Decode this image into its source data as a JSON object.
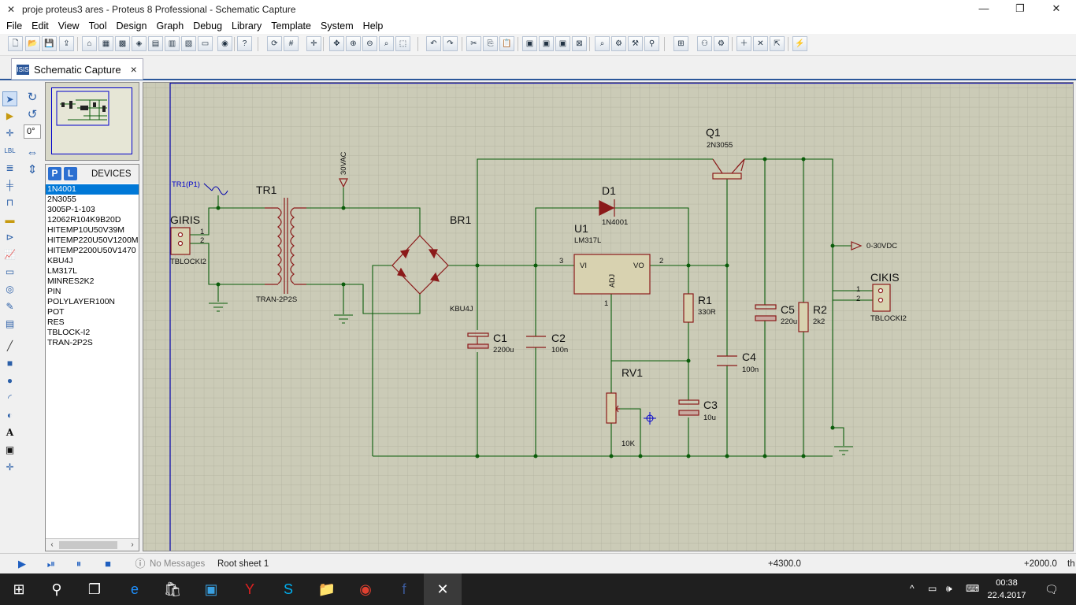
{
  "window": {
    "title": "proje proteus3 ares - Proteus 8 Professional - Schematic Capture",
    "minimize": "—",
    "restore": "❐",
    "close": "✕"
  },
  "menu": [
    "File",
    "Edit",
    "View",
    "Tool",
    "Design",
    "Graph",
    "Debug",
    "Library",
    "Template",
    "System",
    "Help"
  ],
  "tab": {
    "label": "Schematic Capture",
    "icon": "ISIS",
    "close": "×"
  },
  "rotation": {
    "value": "0°"
  },
  "devices": {
    "title": "DEVICES",
    "p_label": "P",
    "l_label": "L",
    "items": [
      "1N4001",
      "2N3055",
      "3005P-1-103",
      "12062R104K9B20D",
      "HITEMP10U50V39M",
      "HITEMP220U50V1200M",
      "HITEMP2200U50V1470",
      "KBU4J",
      "LM317L",
      "MINRES2K2",
      "PIN",
      "POLYLAYER100N",
      "POT",
      "RES",
      "TBLOCK-I2",
      "TRAN-2P2S"
    ],
    "selected_index": 0
  },
  "schematic": {
    "giris": "GIRIS",
    "giris_part": "TBLOCKI2",
    "pin1": "1",
    "pin2": "2",
    "generator": "TR1(P1)",
    "tr1": "TR1",
    "tr1_part": "TRAN-2P2S",
    "vac": "30VAC",
    "br1": "BR1",
    "br1_part": "KBU4J",
    "c1": "C1",
    "c1_val": "2200u",
    "c2": "C2",
    "c2_val": "100n",
    "d1": "D1",
    "d1_part": "1N4001",
    "u1": "U1",
    "u1_part": "LM317L",
    "u1_vi": "VI",
    "u1_vo": "VO",
    "u1_adj": "ADJ",
    "u1_pin3": "3",
    "u1_pin2": "2",
    "u1_pin1": "1",
    "q1": "Q1",
    "q1_part": "2N3055",
    "r1": "R1",
    "r1_val": "330R",
    "rv1": "RV1",
    "rv1_val": "10K",
    "c3": "C3",
    "c3_val": "10u",
    "c4": "C4",
    "c4_val": "100n",
    "c5": "C5",
    "c5_val": "220u",
    "r2": "R2",
    "r2_val": "2k2",
    "out_label": "0-30VDC",
    "cikis": "CIKIS",
    "cikis_part": "TBLOCKI2",
    "cikis_pin1": "1",
    "cikis_pin2": "2"
  },
  "status": {
    "messages": "No Messages",
    "sheet": "Root sheet 1",
    "coord_x": "+4300.0",
    "coord_y": "+2000.0",
    "units": "th"
  },
  "taskbar": {
    "time": "00:38",
    "date": "22.4.2017"
  },
  "colors": {
    "wire": "#0a5c0a",
    "component": "#8b1a1a",
    "grid_bg": "#cbcbb7",
    "selection": "#0078d7"
  }
}
